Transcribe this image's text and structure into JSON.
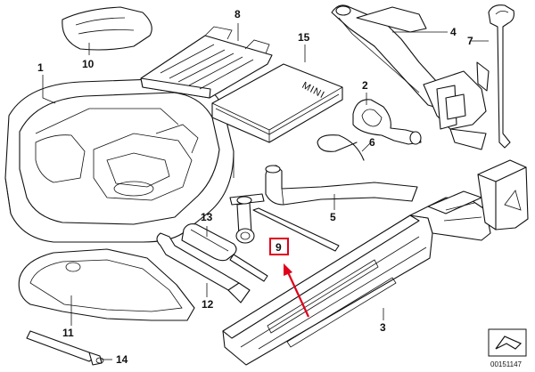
{
  "labels": {
    "l1": "1",
    "l2": "2",
    "l3": "3",
    "l4": "4",
    "l5": "5",
    "l6": "6",
    "l7": "7",
    "l8": "8",
    "l9": "9",
    "l10": "10",
    "l11": "11",
    "l12": "12",
    "l13": "13",
    "l14": "14",
    "l15": "15"
  },
  "book_brand": "MINI",
  "doc_number": "00151147",
  "colors": {
    "highlight": "#e0001b",
    "arrow": "#e0001b",
    "line": "#111111"
  },
  "highlighted_part": "9"
}
